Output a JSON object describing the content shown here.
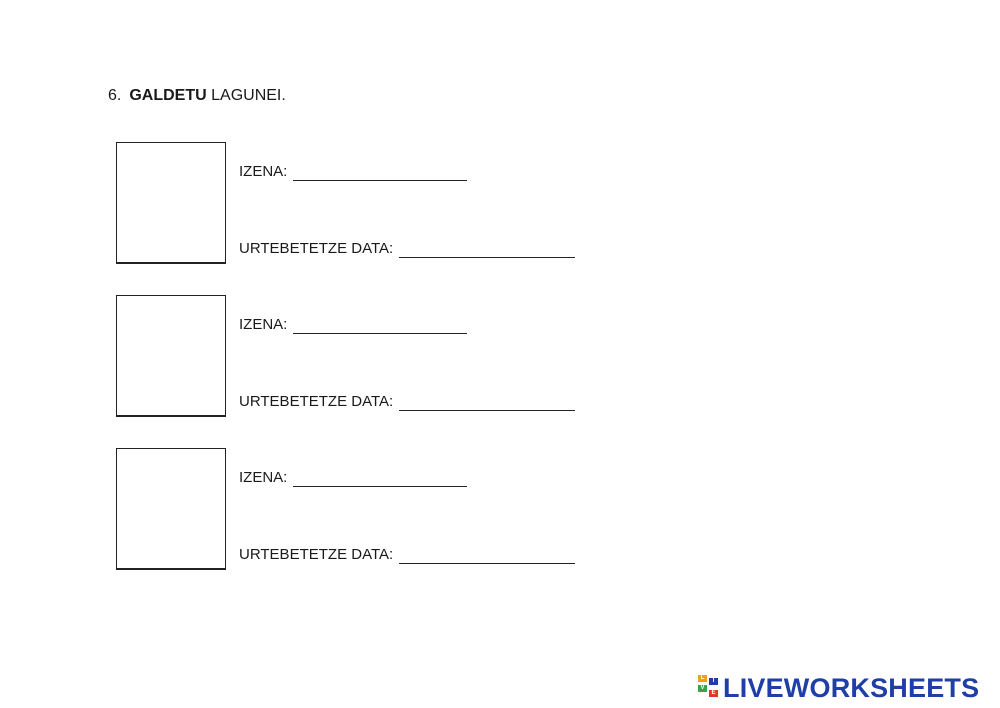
{
  "heading": {
    "number": "6.",
    "bold_text": "GALDETU",
    "normal_text": "LAGUNEI."
  },
  "entries": [
    {
      "name_label": "IZENA:",
      "date_label": "URTEBETETZE DATA:"
    },
    {
      "name_label": "IZENA:",
      "date_label": "URTEBETETZE DATA:"
    },
    {
      "name_label": "IZENA:",
      "date_label": "URTEBETETZE DATA:"
    }
  ],
  "logo": {
    "text": "LIVEWORKSHEETS",
    "mark_letters": [
      "L",
      "I",
      "V",
      "E"
    ],
    "colors": {
      "text": "#1f3fa6",
      "mark": [
        "#e8a21c",
        "#1f3fa6",
        "#3aa34a",
        "#d93a2b"
      ]
    }
  }
}
